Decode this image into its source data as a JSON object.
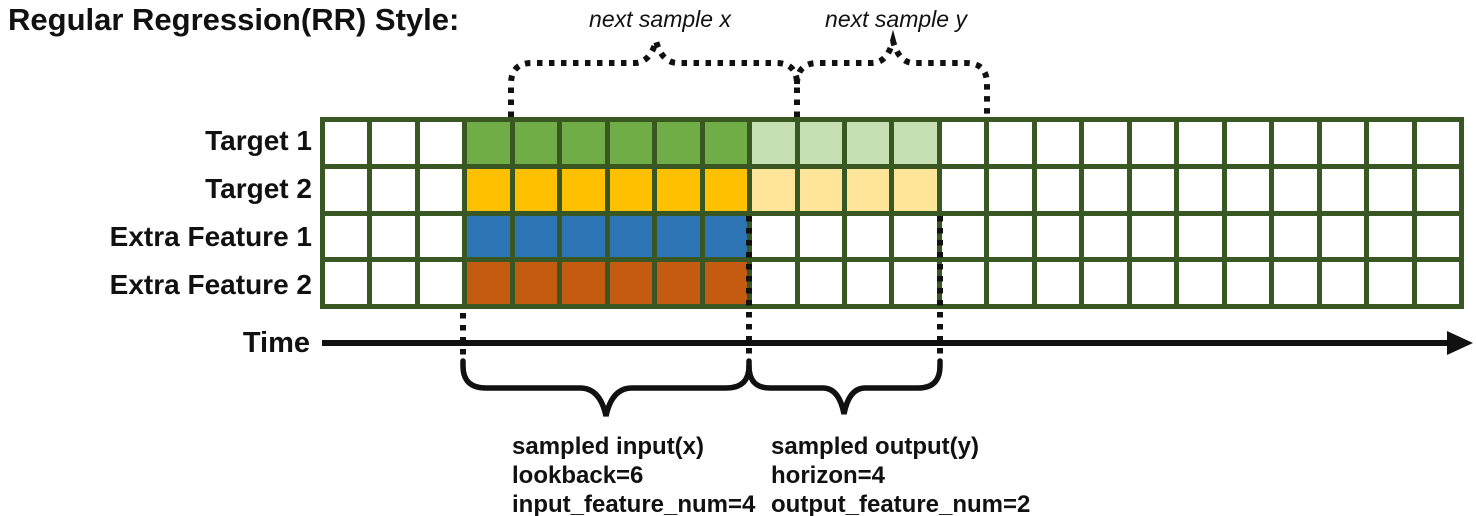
{
  "title": "Regular Regression(RR) Style:",
  "annotations": {
    "next_sample_x": "next sample x",
    "next_sample_y": "next sample y",
    "time": "Time"
  },
  "grid": {
    "columns": 24,
    "input_start_col": 4,
    "lookback": 6,
    "horizon": 4,
    "border_color": "#385723",
    "rows": [
      {
        "label": "Target 1",
        "solid": "#70AD47",
        "light": "#C6E0B4"
      },
      {
        "label": "Target 2",
        "solid": "#FFC000",
        "light": "#FFE599"
      },
      {
        "label": "Extra Feature 1",
        "solid": "#2E75B6",
        "light": null
      },
      {
        "label": "Extra Feature 2",
        "solid": "#C55A11",
        "light": null
      }
    ]
  },
  "sample_labels": {
    "input": [
      "sampled input(x)",
      "lookback=6",
      "input_feature_num=4"
    ],
    "output": [
      "sampled output(y)",
      "horizon=4",
      "output_feature_num=2"
    ]
  }
}
